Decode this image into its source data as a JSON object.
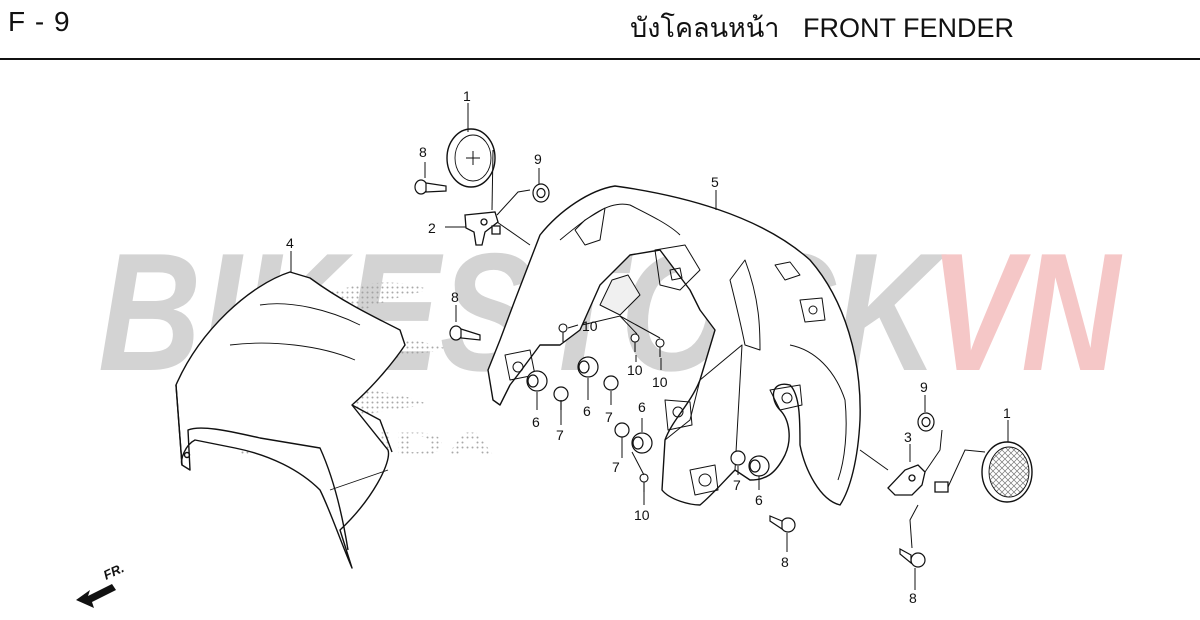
{
  "header": {
    "section_code": "F - 9",
    "title_thai": "บังโคลนหน้า",
    "title_english": "FRONT FENDER"
  },
  "watermark": {
    "brand_grey": "BIKESTOCK",
    "brand_red": "VN",
    "logo_text": "HONDA",
    "grey_color": "#d0d0d0",
    "red_color": "#f4c6c6"
  },
  "direction_marker": {
    "label": "FR."
  },
  "callouts": [
    {
      "id": "c1a",
      "text": "1"
    },
    {
      "id": "c1b",
      "text": "1"
    },
    {
      "id": "c2",
      "text": "2"
    },
    {
      "id": "c3",
      "text": "3"
    },
    {
      "id": "c4",
      "text": "4"
    },
    {
      "id": "c5",
      "text": "5"
    },
    {
      "id": "c6a",
      "text": "6"
    },
    {
      "id": "c6b",
      "text": "6"
    },
    {
      "id": "c6c",
      "text": "6"
    },
    {
      "id": "c6d",
      "text": "6"
    },
    {
      "id": "c7a",
      "text": "7"
    },
    {
      "id": "c7b",
      "text": "7"
    },
    {
      "id": "c7c",
      "text": "7"
    },
    {
      "id": "c7d",
      "text": "7"
    },
    {
      "id": "c8a",
      "text": "8"
    },
    {
      "id": "c8b",
      "text": "8"
    },
    {
      "id": "c8c",
      "text": "8"
    },
    {
      "id": "c8d",
      "text": "8"
    },
    {
      "id": "c9a",
      "text": "9"
    },
    {
      "id": "c9b",
      "text": "9"
    },
    {
      "id": "c10a",
      "text": "10"
    },
    {
      "id": "c10b",
      "text": "10"
    },
    {
      "id": "c10c",
      "text": "10"
    },
    {
      "id": "c10d",
      "text": "10"
    }
  ]
}
